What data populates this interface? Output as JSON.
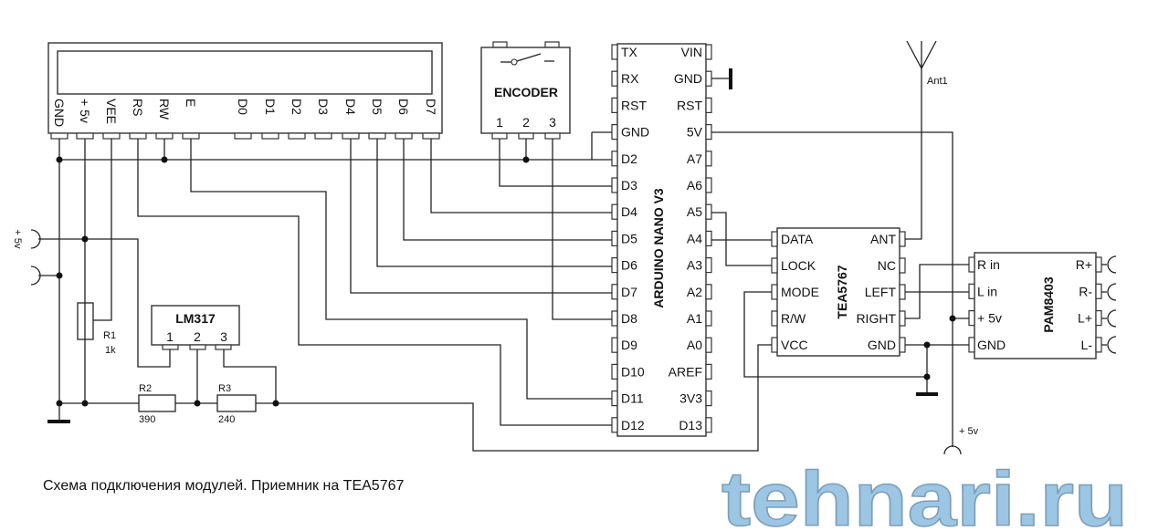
{
  "caption": "Схема подключения модулей. Приемник на TEA5767",
  "watermark": "tehnari.ru",
  "lcd": {
    "pins": [
      "GND",
      "+ 5v",
      "VEE",
      "RS",
      "RW",
      "E",
      "D0",
      "D1",
      "D2",
      "D3",
      "D4",
      "D5",
      "D6",
      "D7"
    ]
  },
  "encoder": {
    "label": "ENCODER",
    "pins": [
      "1",
      "2",
      "3"
    ]
  },
  "arduino": {
    "label": "ARDUINO NANO V3",
    "left_pins": [
      "TX",
      "RX",
      "RST",
      "GND",
      "D2",
      "D3",
      "D4",
      "D5",
      "D6",
      "D7",
      "D8",
      "D9",
      "D10",
      "D11",
      "D12"
    ],
    "right_pins": [
      "VIN",
      "GND",
      "RST",
      "5V",
      "A7",
      "A6",
      "A5",
      "A4",
      "A3",
      "A2",
      "A1",
      "A0",
      "AREF",
      "3V3",
      "D13"
    ]
  },
  "tea": {
    "label": "TEA5767",
    "left_pins": [
      "DATA",
      "LOCK",
      "MODE",
      "R/W",
      "VCC"
    ],
    "right_pins": [
      "ANT",
      "NC",
      "LEFT",
      "RIGHT",
      "GND"
    ]
  },
  "pam": {
    "label": "PAM8403",
    "left_pins": [
      "R in",
      "L in",
      "+ 5v",
      "GND"
    ],
    "right_pins": [
      "R+",
      "R-",
      "L+",
      "L-"
    ]
  },
  "lm317": {
    "label": "LM317",
    "pins": [
      "1",
      "2",
      "3"
    ]
  },
  "r1": {
    "name": "R1",
    "value": "1k"
  },
  "r2": {
    "name": "R2",
    "value": "390"
  },
  "r3": {
    "name": "R3",
    "value": "240"
  },
  "antenna": {
    "label": "Ant1"
  },
  "power_in": {
    "label": "+ 5v"
  },
  "power_out": {
    "label": "+ 5v"
  }
}
